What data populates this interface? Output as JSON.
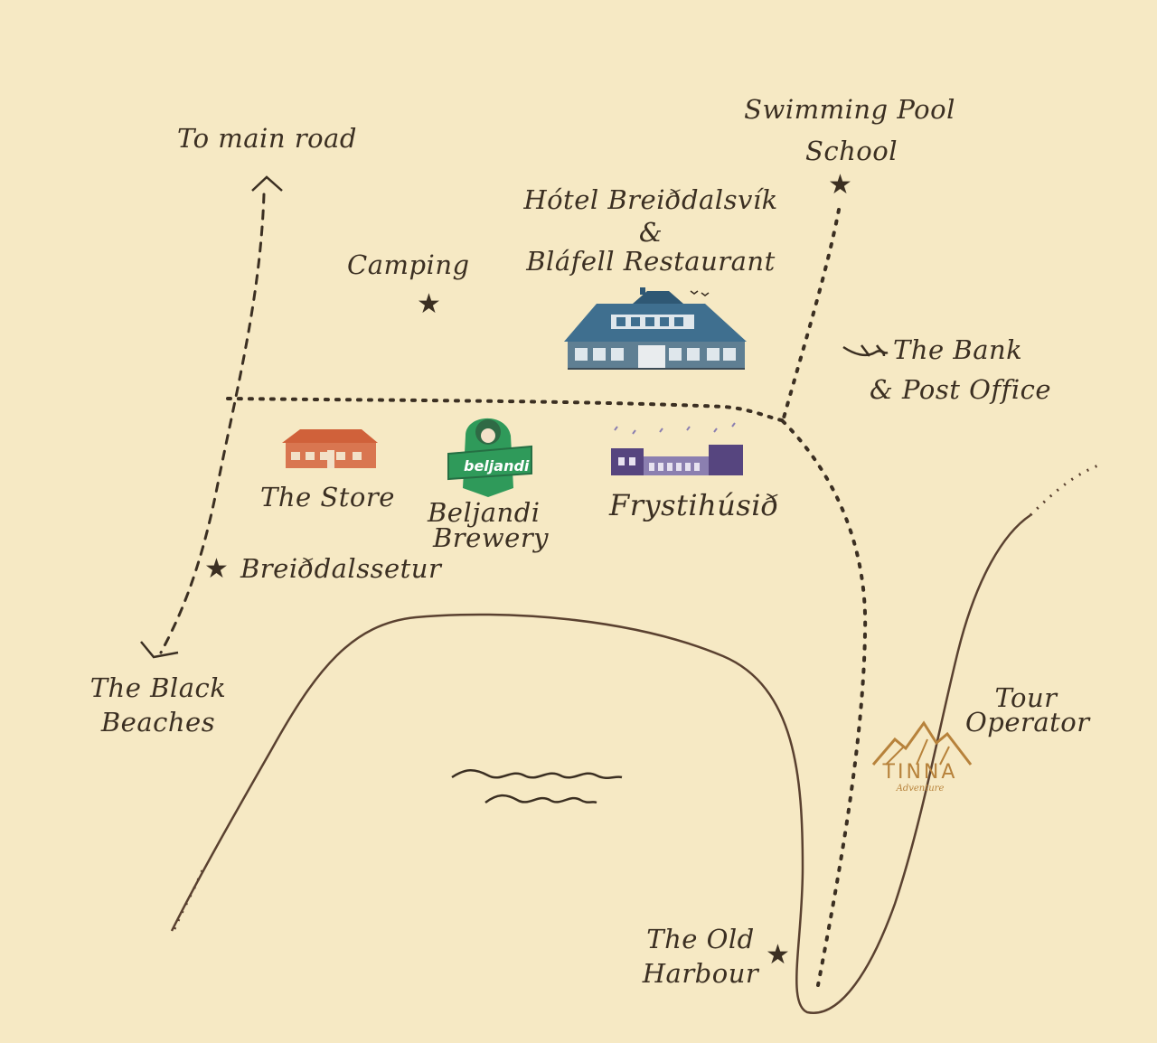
{
  "map": {
    "colors": {
      "paper": "#f6e9c4",
      "ink": "#3b2f22",
      "store": "#d0613a",
      "brewery": "#2f9a5a",
      "hotel": "#3f6f8f",
      "factory": "#56457f",
      "tinna": "#b7823b"
    },
    "labels": {
      "main_road": "To main road",
      "swimming_pool": "Swimming Pool",
      "school": "School",
      "hotel_line1": "Hótel Breiðdalsvík",
      "hotel_amp": "&",
      "hotel_line2": "Bláfell Restaurant",
      "camping": "Camping",
      "bank": "The Bank",
      "post_office": "& Post Office",
      "store": "The Store",
      "brewery_line1": "Beljandi",
      "brewery_line2": "Brewery",
      "frystihusid": "Frystihúsið",
      "breiddalssetur": "Breiðdalssetur",
      "black_beaches_line1": "The Black",
      "black_beaches_line2": "Beaches",
      "tour_line1": "Tour",
      "tour_line2": "Operator",
      "old_harbour_line1": "The Old",
      "old_harbour_line2": "Harbour"
    },
    "logos": {
      "beljandi": "beljandi",
      "tinna_name": "TINNA",
      "tinna_sub": "Adventure"
    },
    "icons": {
      "star": "★",
      "hotel": "hotel-building-icon",
      "store": "store-building-icon",
      "brewery": "brewery-logo-icon",
      "factory": "factory-building-icon",
      "bank": "fish-icon",
      "tour": "mountain-logo-icon"
    }
  }
}
